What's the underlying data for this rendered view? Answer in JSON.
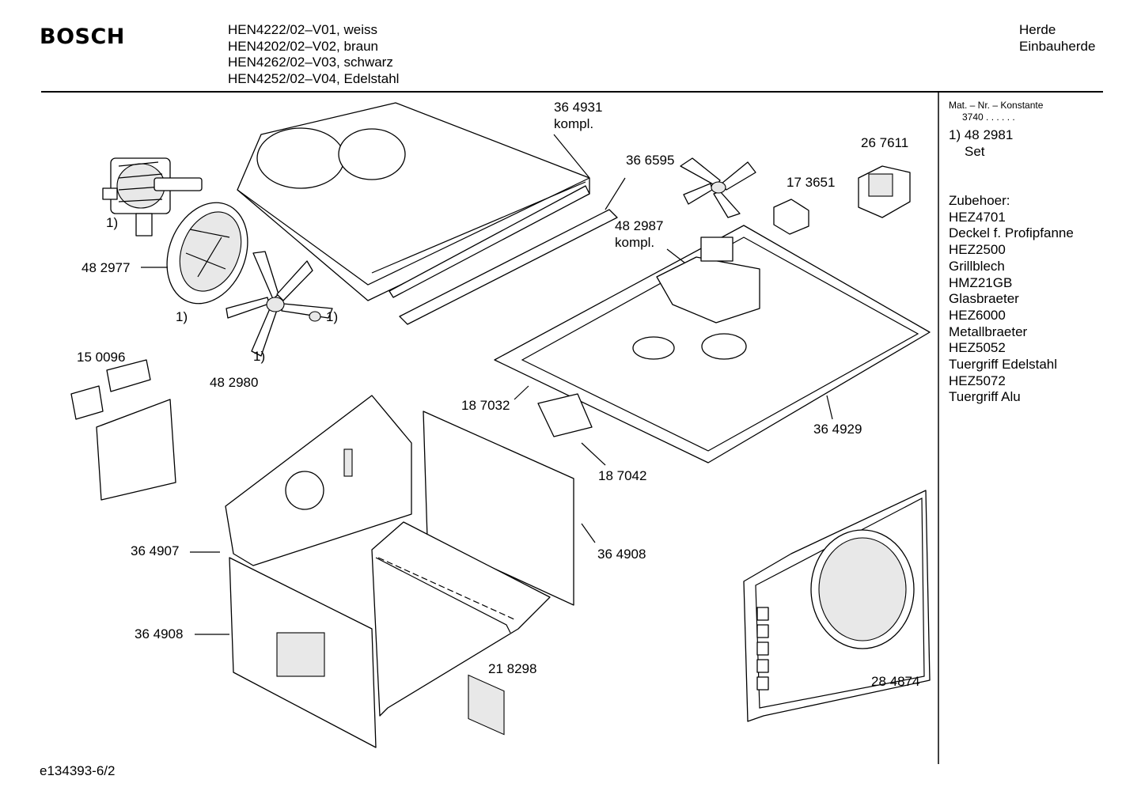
{
  "header": {
    "brand": "BOSCH",
    "models": [
      "HEN4222/02–V01, weiss",
      "HEN4202/02–V02, braun",
      "HEN4262/02–V03, schwarz",
      "HEN4252/02–V04, Edelstahl"
    ],
    "category_1": "Herde",
    "category_2": "Einbauherde"
  },
  "sidebar": {
    "mat_title": "Mat. – Nr. – Konstante",
    "mat_value": "3740 . . . . . .",
    "note_line1": "1) 48 2981",
    "note_line2": "Set",
    "accessories_title": "Zubehoer:",
    "accessories": [
      "HEZ4701",
      "Deckel f. Profipfanne",
      "HEZ2500",
      "Grillblech",
      "HMZ21GB",
      "Glasbraeter",
      "HEZ6000",
      "Metallbraeter",
      "HEZ5052",
      "Tuergriff Edelstahl",
      "HEZ5072",
      "Tuergriff Alu"
    ]
  },
  "labels": {
    "p364931": "36 4931",
    "p364931_sub": "kompl.",
    "p366595": "36 6595",
    "p267611": "26 7611",
    "p173651": "17 3651",
    "p482987": "48 2987",
    "p482987_sub": "kompl.",
    "fan_note": "1)",
    "p482977": "48 2977",
    "wheel_note": "1)",
    "nut_note": "1)",
    "blade_note": "1)",
    "p482980": "48 2980",
    "p150096": "15 0096",
    "p187032": "18 7032",
    "p364929": "36 4929",
    "p187042": "18 7042",
    "p364907": "36 4907",
    "p364908_right": "36 4908",
    "p364908_left": "36 4908",
    "p218298": "21 8298",
    "p284874": "28 4874"
  },
  "footer": {
    "doc_id": "e134393-6/2"
  }
}
